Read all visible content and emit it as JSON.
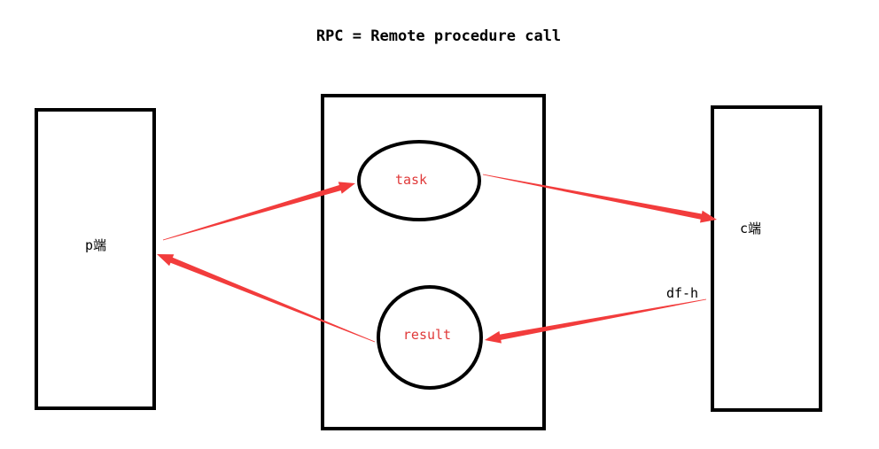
{
  "title": "RPC = Remote procedure call",
  "nodes": {
    "provider": "p端",
    "consumer": "c端",
    "task": "task",
    "result": "result"
  },
  "edge_labels": {
    "consumer_to_result": "df-h"
  },
  "colors": {
    "arrow": "#f23c3c",
    "stroke": "#000000",
    "node_text": "#e03a3a"
  }
}
